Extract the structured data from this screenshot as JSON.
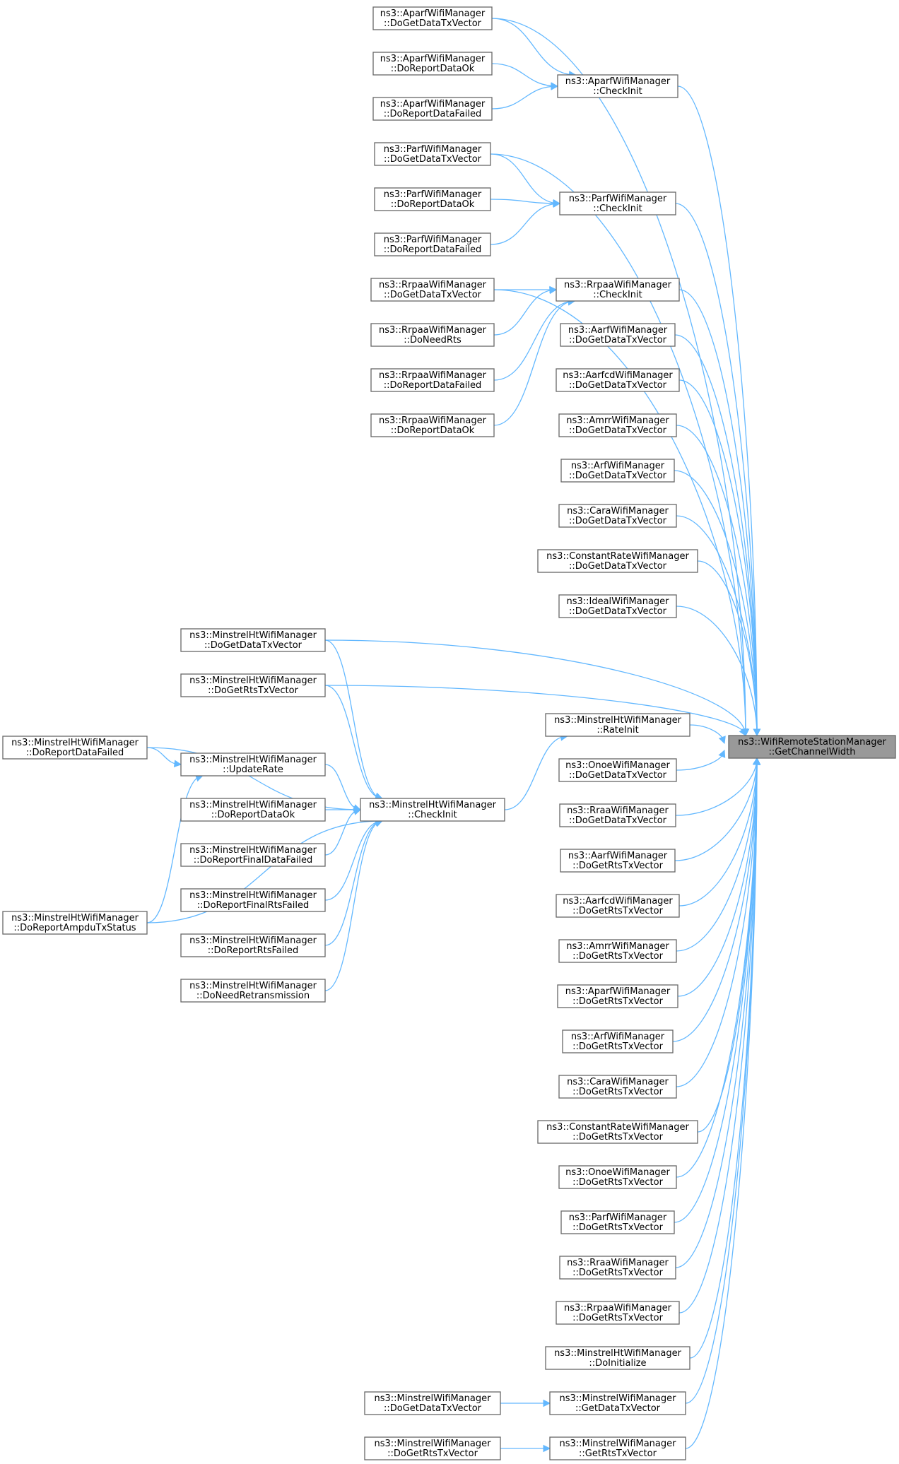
{
  "nodes": [
    {
      "id": "root",
      "line1": "ns3::WifiRemoteStationManager",
      "line2": "::GetChannelWidth"
    },
    {
      "id": "aparf_getdata",
      "line1": "ns3::AparfWifiManager",
      "line2": "::DoGetDataTxVector"
    },
    {
      "id": "aparf_reportok",
      "line1": "ns3::AparfWifiManager",
      "line2": "::DoReportDataOk"
    },
    {
      "id": "aparf_reportfail",
      "line1": "ns3::AparfWifiManager",
      "line2": "::DoReportDataFailed"
    },
    {
      "id": "aparf_checkinit",
      "line1": "ns3::AparfWifiManager",
      "line2": "::CheckInit"
    },
    {
      "id": "parf_getdata",
      "line1": "ns3::ParfWifiManager",
      "line2": "::DoGetDataTxVector"
    },
    {
      "id": "parf_reportok",
      "line1": "ns3::ParfWifiManager",
      "line2": "::DoReportDataOk"
    },
    {
      "id": "parf_reportfail",
      "line1": "ns3::ParfWifiManager",
      "line2": "::DoReportDataFailed"
    },
    {
      "id": "parf_checkinit",
      "line1": "ns3::ParfWifiManager",
      "line2": "::CheckInit"
    },
    {
      "id": "rrpaa_getdata",
      "line1": "ns3::RrpaaWifiManager",
      "line2": "::DoGetDataTxVector"
    },
    {
      "id": "rrpaa_needrts",
      "line1": "ns3::RrpaaWifiManager",
      "line2": "::DoNeedRts"
    },
    {
      "id": "rrpaa_reportfail",
      "line1": "ns3::RrpaaWifiManager",
      "line2": "::DoReportDataFailed"
    },
    {
      "id": "rrpaa_reportok",
      "line1": "ns3::RrpaaWifiManager",
      "line2": "::DoReportDataOk"
    },
    {
      "id": "rrpaa_checkinit",
      "line1": "ns3::RrpaaWifiManager",
      "line2": "::CheckInit"
    },
    {
      "id": "aarf_getdata",
      "line1": "ns3::AarfWifiManager",
      "line2": "::DoGetDataTxVector"
    },
    {
      "id": "aarfcd_getdata",
      "line1": "ns3::AarfcdWifiManager",
      "line2": "::DoGetDataTxVector"
    },
    {
      "id": "amrr_getdata",
      "line1": "ns3::AmrrWifiManager",
      "line2": "::DoGetDataTxVector"
    },
    {
      "id": "arf_getdata",
      "line1": "ns3::ArfWifiManager",
      "line2": "::DoGetDataTxVector"
    },
    {
      "id": "cara_getdata",
      "line1": "ns3::CaraWifiManager",
      "line2": "::DoGetDataTxVector"
    },
    {
      "id": "const_getdata",
      "line1": "ns3::ConstantRateWifiManager",
      "line2": "::DoGetDataTxVector"
    },
    {
      "id": "ideal_getdata",
      "line1": "ns3::IdealWifiManager",
      "line2": "::DoGetDataTxVector"
    },
    {
      "id": "mht_getdata",
      "line1": "ns3::MinstrelHtWifiManager",
      "line2": "::DoGetDataTxVector"
    },
    {
      "id": "mht_getrts",
      "line1": "ns3::MinstrelHtWifiManager",
      "line2": "::DoGetRtsTxVector"
    },
    {
      "id": "mht_rateinit",
      "line1": "ns3::MinstrelHtWifiManager",
      "line2": "::RateInit"
    },
    {
      "id": "mht_reportfail_left",
      "line1": "ns3::MinstrelHtWifiManager",
      "line2": "::DoReportDataFailed"
    },
    {
      "id": "mht_updaterate",
      "line1": "ns3::MinstrelHtWifiManager",
      "line2": "::UpdateRate"
    },
    {
      "id": "mht_reportok",
      "line1": "ns3::MinstrelHtWifiManager",
      "line2": "::DoReportDataOk"
    },
    {
      "id": "mht_finaldatafail",
      "line1": "ns3::MinstrelHtWifiManager",
      "line2": "::DoReportFinalDataFailed"
    },
    {
      "id": "mht_finalrtsfail",
      "line1": "ns3::MinstrelHtWifiManager",
      "line2": "::DoReportFinalRtsFailed"
    },
    {
      "id": "mht_rtsfail",
      "line1": "ns3::MinstrelHtWifiManager",
      "line2": "::DoReportRtsFailed"
    },
    {
      "id": "mht_needretrans",
      "line1": "ns3::MinstrelHtWifiManager",
      "line2": "::DoNeedRetransmission"
    },
    {
      "id": "mht_ampdu",
      "line1": "ns3::MinstrelHtWifiManager",
      "line2": "::DoReportAmpduTxStatus"
    },
    {
      "id": "mht_checkinit",
      "line1": "ns3::MinstrelHtWifiManager",
      "line2": "::CheckInit"
    },
    {
      "id": "onoe_getdata",
      "line1": "ns3::OnoeWifiManager",
      "line2": "::DoGetDataTxVector"
    },
    {
      "id": "rraa_getdata",
      "line1": "ns3::RraaWifiManager",
      "line2": "::DoGetDataTxVector"
    },
    {
      "id": "aarf_getrts",
      "line1": "ns3::AarfWifiManager",
      "line2": "::DoGetRtsTxVector"
    },
    {
      "id": "aarfcd_getrts",
      "line1": "ns3::AarfcdWifiManager",
      "line2": "::DoGetRtsTxVector"
    },
    {
      "id": "amrr_getrts",
      "line1": "ns3::AmrrWifiManager",
      "line2": "::DoGetRtsTxVector"
    },
    {
      "id": "aparf_getrts",
      "line1": "ns3::AparfWifiManager",
      "line2": "::DoGetRtsTxVector"
    },
    {
      "id": "arf_getrts",
      "line1": "ns3::ArfWifiManager",
      "line2": "::DoGetRtsTxVector"
    },
    {
      "id": "cara_getrts",
      "line1": "ns3::CaraWifiManager",
      "line2": "::DoGetRtsTxVector"
    },
    {
      "id": "const_getrts",
      "line1": "ns3::ConstantRateWifiManager",
      "line2": "::DoGetRtsTxVector"
    },
    {
      "id": "onoe_getrts",
      "line1": "ns3::OnoeWifiManager",
      "line2": "::DoGetRtsTxVector"
    },
    {
      "id": "parf_getrts",
      "line1": "ns3::ParfWifiManager",
      "line2": "::DoGetRtsTxVector"
    },
    {
      "id": "rraa_getrts",
      "line1": "ns3::RraaWifiManager",
      "line2": "::DoGetRtsTxVector"
    },
    {
      "id": "rrpaa_getrts",
      "line1": "ns3::RrpaaWifiManager",
      "line2": "::DoGetRtsTxVector"
    },
    {
      "id": "mht_doinit",
      "line1": "ns3::MinstrelHtWifiManager",
      "line2": "::DoInitialize"
    },
    {
      "id": "m_getdata_right",
      "line1": "ns3::MinstrelWifiManager",
      "line2": "::GetDataTxVector"
    },
    {
      "id": "m_getrts_right",
      "line1": "ns3::MinstrelWifiManager",
      "line2": "::GetRtsTxVector"
    },
    {
      "id": "m_dogetdata",
      "line1": "ns3::MinstrelWifiManager",
      "line2": "::DoGetDataTxVector"
    },
    {
      "id": "m_dogetrts",
      "line1": "ns3::MinstrelWifiManager",
      "line2": "::DoGetRtsTxVector"
    }
  ],
  "edges": [
    {
      "from": "aparf_getdata",
      "to": "aparf_checkinit"
    },
    {
      "from": "aparf_reportok",
      "to": "aparf_checkinit"
    },
    {
      "from": "aparf_reportfail",
      "to": "aparf_checkinit"
    },
    {
      "from": "aparf_checkinit",
      "to": "root"
    },
    {
      "from": "aparf_getdata",
      "to": "root"
    },
    {
      "from": "parf_getdata",
      "to": "parf_checkinit"
    },
    {
      "from": "parf_reportok",
      "to": "parf_checkinit"
    },
    {
      "from": "parf_reportfail",
      "to": "parf_checkinit"
    },
    {
      "from": "parf_checkinit",
      "to": "root"
    },
    {
      "from": "parf_getdata",
      "to": "root"
    },
    {
      "from": "rrpaa_getdata",
      "to": "rrpaa_checkinit"
    },
    {
      "from": "rrpaa_needrts",
      "to": "rrpaa_checkinit"
    },
    {
      "from": "rrpaa_reportfail",
      "to": "rrpaa_checkinit"
    },
    {
      "from": "rrpaa_reportok",
      "to": "rrpaa_checkinit"
    },
    {
      "from": "rrpaa_checkinit",
      "to": "root"
    },
    {
      "from": "rrpaa_getdata",
      "to": "root"
    },
    {
      "from": "aarf_getdata",
      "to": "root"
    },
    {
      "from": "aarfcd_getdata",
      "to": "root"
    },
    {
      "from": "amrr_getdata",
      "to": "root"
    },
    {
      "from": "arf_getdata",
      "to": "root"
    },
    {
      "from": "cara_getdata",
      "to": "root"
    },
    {
      "from": "const_getdata",
      "to": "root"
    },
    {
      "from": "ideal_getdata",
      "to": "root"
    },
    {
      "from": "mht_getdata",
      "to": "root"
    },
    {
      "from": "mht_getrts",
      "to": "root"
    },
    {
      "from": "mht_rateinit",
      "to": "root"
    },
    {
      "from": "mht_checkinit",
      "to": "mht_rateinit"
    },
    {
      "from": "mht_getdata",
      "to": "mht_checkinit"
    },
    {
      "from": "mht_getrts",
      "to": "mht_checkinit"
    },
    {
      "from": "mht_reportfail_left",
      "to": "mht_checkinit"
    },
    {
      "from": "mht_reportfail_left",
      "to": "mht_updaterate"
    },
    {
      "from": "mht_updaterate",
      "to": "mht_checkinit"
    },
    {
      "from": "mht_reportok",
      "to": "mht_checkinit"
    },
    {
      "from": "mht_finaldatafail",
      "to": "mht_checkinit"
    },
    {
      "from": "mht_finalrtsfail",
      "to": "mht_checkinit"
    },
    {
      "from": "mht_rtsfail",
      "to": "mht_checkinit"
    },
    {
      "from": "mht_needretrans",
      "to": "mht_checkinit"
    },
    {
      "from": "mht_ampdu",
      "to": "mht_checkinit"
    },
    {
      "from": "mht_ampdu",
      "to": "mht_updaterate"
    },
    {
      "from": "onoe_getdata",
      "to": "root"
    },
    {
      "from": "rraa_getdata",
      "to": "root"
    },
    {
      "from": "aarf_getrts",
      "to": "root"
    },
    {
      "from": "aarfcd_getrts",
      "to": "root"
    },
    {
      "from": "amrr_getrts",
      "to": "root"
    },
    {
      "from": "aparf_getrts",
      "to": "root"
    },
    {
      "from": "arf_getrts",
      "to": "root"
    },
    {
      "from": "cara_getrts",
      "to": "root"
    },
    {
      "from": "const_getrts",
      "to": "root"
    },
    {
      "from": "onoe_getrts",
      "to": "root"
    },
    {
      "from": "parf_getrts",
      "to": "root"
    },
    {
      "from": "rraa_getrts",
      "to": "root"
    },
    {
      "from": "rrpaa_getrts",
      "to": "root"
    },
    {
      "from": "mht_doinit",
      "to": "root"
    },
    {
      "from": "m_getdata_right",
      "to": "root"
    },
    {
      "from": "m_getrts_right",
      "to": "root"
    },
    {
      "from": "m_dogetdata",
      "to": "m_getdata_right"
    },
    {
      "from": "m_dogetrts",
      "to": "m_getrts_right"
    }
  ],
  "colors": {
    "edge": "#63b8ff",
    "node_border": "#666666",
    "node_fill": "#ffffff",
    "root_fill": "#999999"
  }
}
